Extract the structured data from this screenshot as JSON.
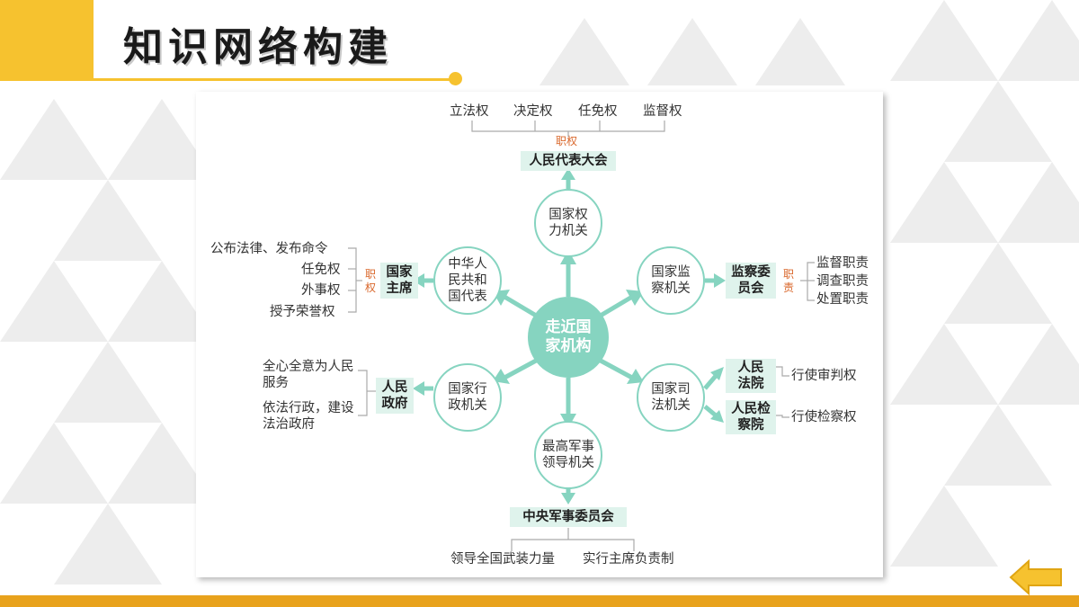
{
  "title": "知识网络构建",
  "colors": {
    "accent": "#f6c22f",
    "bottom": "#e8a21c",
    "teal": "#86d4c0",
    "box": "#dff3ec",
    "orange": "#d9662a"
  },
  "icons": {
    "back": "left-arrow-icon"
  },
  "diagram": {
    "center": "走近国家机构",
    "nodes": {
      "power": "国家权力机关",
      "supervision": "国家监察机关",
      "judicial": "国家司法机关",
      "military": "最高军事领导机关",
      "admin": "国家行政机关",
      "president": "中华人民共和国代表"
    },
    "boxes": {
      "npc": "人民代表大会",
      "commission": "监察委员会",
      "court": "人民法院",
      "procuratorate": "人民检察院",
      "cmc": "中央军事委员会",
      "government": "人民政府",
      "head": "国家主席"
    },
    "zhiquan": "职权",
    "zhize": "职责",
    "npc_powers": [
      "立法权",
      "决定权",
      "任免权",
      "监督权"
    ],
    "commission_duties": [
      "监督职责",
      "调查职责",
      "处置职责"
    ],
    "court_duty": "行使审判权",
    "procuratorate_duty": "行使检察权",
    "cmc_items": [
      "领导全国武装力量",
      "实行主席负责制"
    ],
    "government_items": [
      "全心全意为人民服务",
      "依法行政，建设法治政府"
    ],
    "head_powers": [
      "公布法律、发布命令",
      "任免权",
      "外事权",
      "授予荣誉权"
    ]
  }
}
